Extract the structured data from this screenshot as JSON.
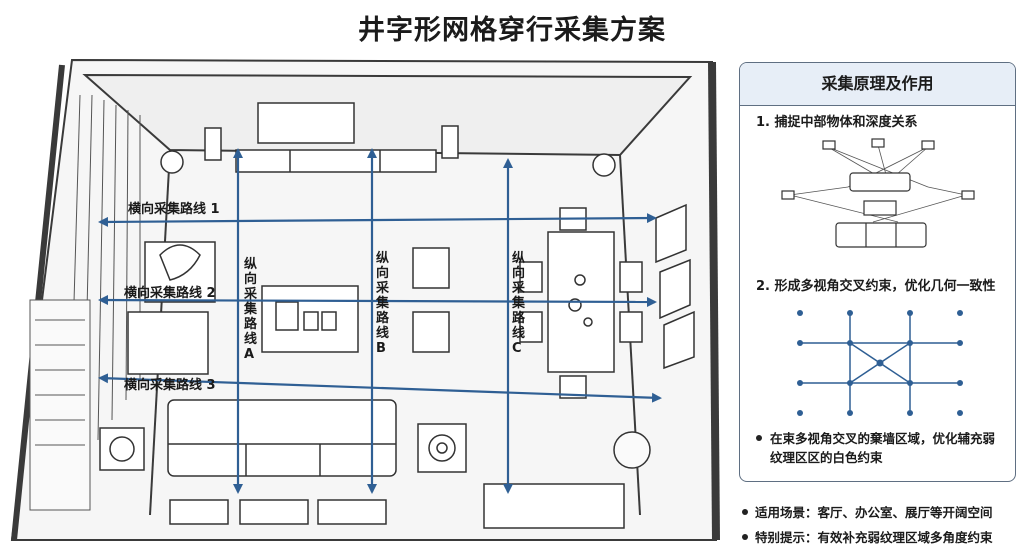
{
  "title": "井字形网格穿行采集方案",
  "routes": {
    "horizontal": [
      {
        "label": "横向采集路线 1"
      },
      {
        "label": "横向采集路线 2"
      },
      {
        "label": "横向采集路线 3"
      }
    ],
    "vertical": [
      {
        "chars": [
          "纵",
          "向",
          "采",
          "集",
          "路",
          "线",
          "A"
        ]
      },
      {
        "chars": [
          "纵",
          "向",
          "采",
          "集",
          "路",
          "线",
          "B"
        ]
      },
      {
        "chars": [
          "纵",
          "向",
          "采",
          "集",
          "路",
          "线",
          "C"
        ]
      }
    ]
  },
  "panel": {
    "header": "采集原理及作用",
    "point1": "1. 捕捉中部物体和深度关系",
    "point2": "2. 形成多视角交叉约束，优化几何一致性",
    "note": "在束多视角交叉的棄墙区域，优化辅充弱纹理区区的白色约束"
  },
  "bottom_notes": [
    "适用场景：客厅、办公室、展厅等开阔空间",
    "特别提示：有效补充弱纹理区域多角度约束"
  ],
  "colors": {
    "route": "#2f5f94",
    "line": "#3a3a3a",
    "panel_border": "#5f6f82"
  }
}
